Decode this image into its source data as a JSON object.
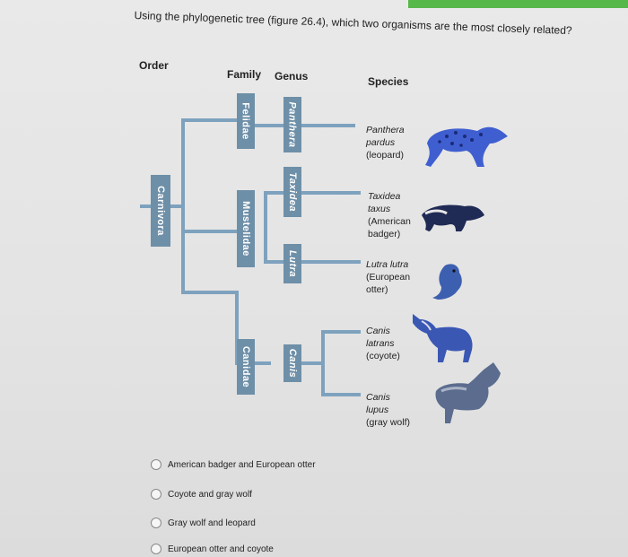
{
  "question": "Using the phylogenetic tree (figure 26.4), which two organisms are the most closely related?",
  "headers": {
    "order": "Order",
    "family": "Family",
    "genus": "Genus",
    "species": "Species"
  },
  "tree": {
    "order": "Carnivora",
    "families": [
      "Felidae",
      "Mustelidae",
      "Canidae"
    ],
    "genera": [
      "Panthera",
      "Taxidea",
      "Lutra",
      "Canis"
    ],
    "species": [
      {
        "scientific": [
          "Panthera",
          "pardus"
        ],
        "common": "(leopard)",
        "icon": "leopard-icon"
      },
      {
        "scientific": [
          "Taxidea",
          "taxus"
        ],
        "common": "(American badger)",
        "icon": "badger-icon"
      },
      {
        "scientific": [
          "Lutra lutra"
        ],
        "common": "(European otter)",
        "icon": "otter-icon"
      },
      {
        "scientific": [
          "Canis",
          "latrans"
        ],
        "common": "(coyote)",
        "icon": "coyote-icon"
      },
      {
        "scientific": [
          "Canis",
          "lupus"
        ],
        "common": "(gray wolf)",
        "icon": "wolf-icon"
      }
    ]
  },
  "options": [
    "American badger and European otter",
    "Coyote and gray wolf",
    "Gray wolf and leopard",
    "European otter and coyote"
  ],
  "colors": {
    "tree_line": "#7ea2be",
    "label_bg": "#6e8fa8",
    "accent_green": "#57b84a"
  }
}
